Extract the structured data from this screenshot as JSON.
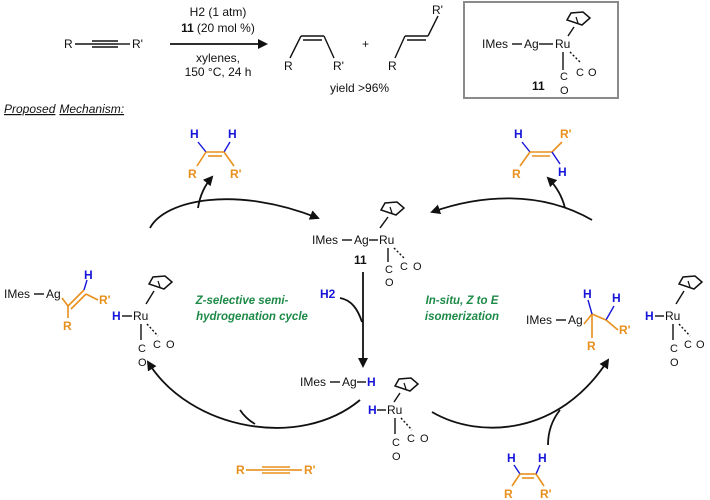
{
  "reaction": {
    "reagent_line1": "H2 (1 atm)",
    "reagent_line2_num": "11",
    "reagent_line2_rest": "(20 mol %)",
    "cond_line1": "xylenes,",
    "cond_line2": "150 °C, 24 h",
    "alkyne_R": "R",
    "alkyne_Rp": "R'",
    "plus": "+",
    "Z_R": "R",
    "Z_Rp": "R'",
    "E_R": "R",
    "E_Rp": "R'",
    "yield": "yield >96%"
  },
  "catalyst_box": {
    "imes_ag": "IMes",
    "ag": "Ag",
    "ru": "Ru",
    "co_c": "C",
    "co_o": "O",
    "label": "11"
  },
  "mechanism": {
    "heading_word1": "Proposed",
    "heading_word2": "Mechanism:",
    "left_cycle_label_line1": "Z-selective semi-",
    "left_cycle_label_line2": "hydrogenation cycle",
    "right_cycle_label_line1": "In-situ, Z to E",
    "right_cycle_label_line2": "isomerization",
    "h2": "H2",
    "center_top": {
      "imes": "IMes",
      "ag": "Ag",
      "ru": "Ru",
      "label": "11",
      "c": "C",
      "o": "O"
    },
    "center_bottom": {
      "imes": "IMes",
      "ag": "Ag",
      "h": "H",
      "ru_h": "H",
      "ru": "Ru",
      "c": "C",
      "o": "O"
    },
    "left_intermediate": {
      "imes": "IMes",
      "ag": "Ag",
      "h": "H",
      "r": "R",
      "rp": "R'",
      "ru_h": "H",
      "ru": "Ru",
      "c": "C",
      "o": "O"
    },
    "right_intermediate": {
      "imes": "IMes",
      "ag": "Ag",
      "h1": "H",
      "h2": "H",
      "r": "R",
      "rp": "R'",
      "ru_h": "H",
      "ru": "Ru",
      "c": "C",
      "o": "O"
    },
    "top_left_product": {
      "h1": "H",
      "h2": "H",
      "r": "R",
      "rp": "R'"
    },
    "top_right_product": {
      "h1": "H",
      "h2": "H",
      "r": "R",
      "rp": "R'"
    },
    "bottom_alkyne": {
      "r": "R",
      "rp": "R'"
    },
    "bottom_right_alkene": {
      "h1": "H",
      "h2": "H",
      "r": "R",
      "rp": "R'"
    }
  },
  "colors": {
    "hydrogen": "#1616d8",
    "substrate": "#e8901c",
    "cycle_label": "#1e8a48"
  }
}
